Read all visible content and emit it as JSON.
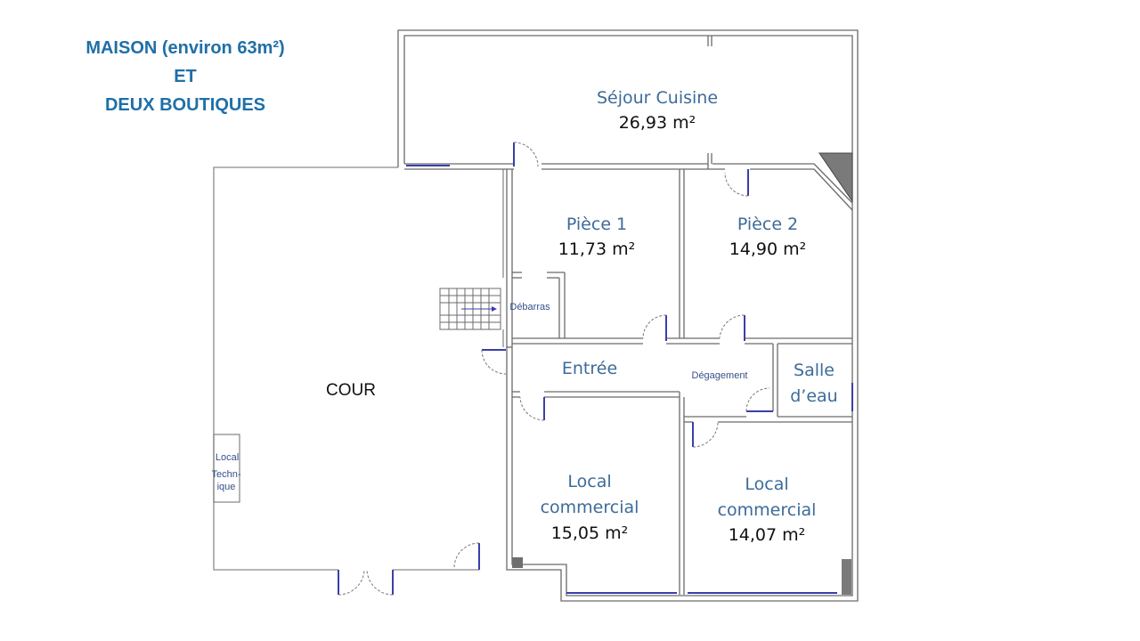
{
  "title": {
    "line1": "MAISON (environ 63m²)",
    "line2": "ET",
    "line3": "DEUX BOUTIQUES"
  },
  "rooms": {
    "sejour": {
      "name": "Séjour Cuisine",
      "area": "26,93 m²"
    },
    "piece1": {
      "name": "Pièce 1",
      "area": "11,73 m²"
    },
    "piece2": {
      "name": "Pièce 2",
      "area": "14,90 m²"
    },
    "debarras": {
      "name": "Débarras"
    },
    "entree": {
      "name": "Entrée"
    },
    "degagement": {
      "name": "Dégagement"
    },
    "salle_eau": {
      "name_line1": "Salle",
      "name_line2": "d’eau"
    },
    "cour": {
      "name": "COUR"
    },
    "local_technique": {
      "line1": "Local",
      "line2": "Techn-",
      "line3": "ique"
    },
    "local1": {
      "name_line1": "Local",
      "name_line2": "commercial",
      "area": "15,05 m²"
    },
    "local2": {
      "name_line1": "Local",
      "name_line2": "commercial",
      "area": "14,07 m²"
    }
  },
  "colors": {
    "wall": "#6b6b6b",
    "door": "#3a3fa8",
    "title": "#1f6fa8",
    "room_label": "#3d6b99"
  }
}
